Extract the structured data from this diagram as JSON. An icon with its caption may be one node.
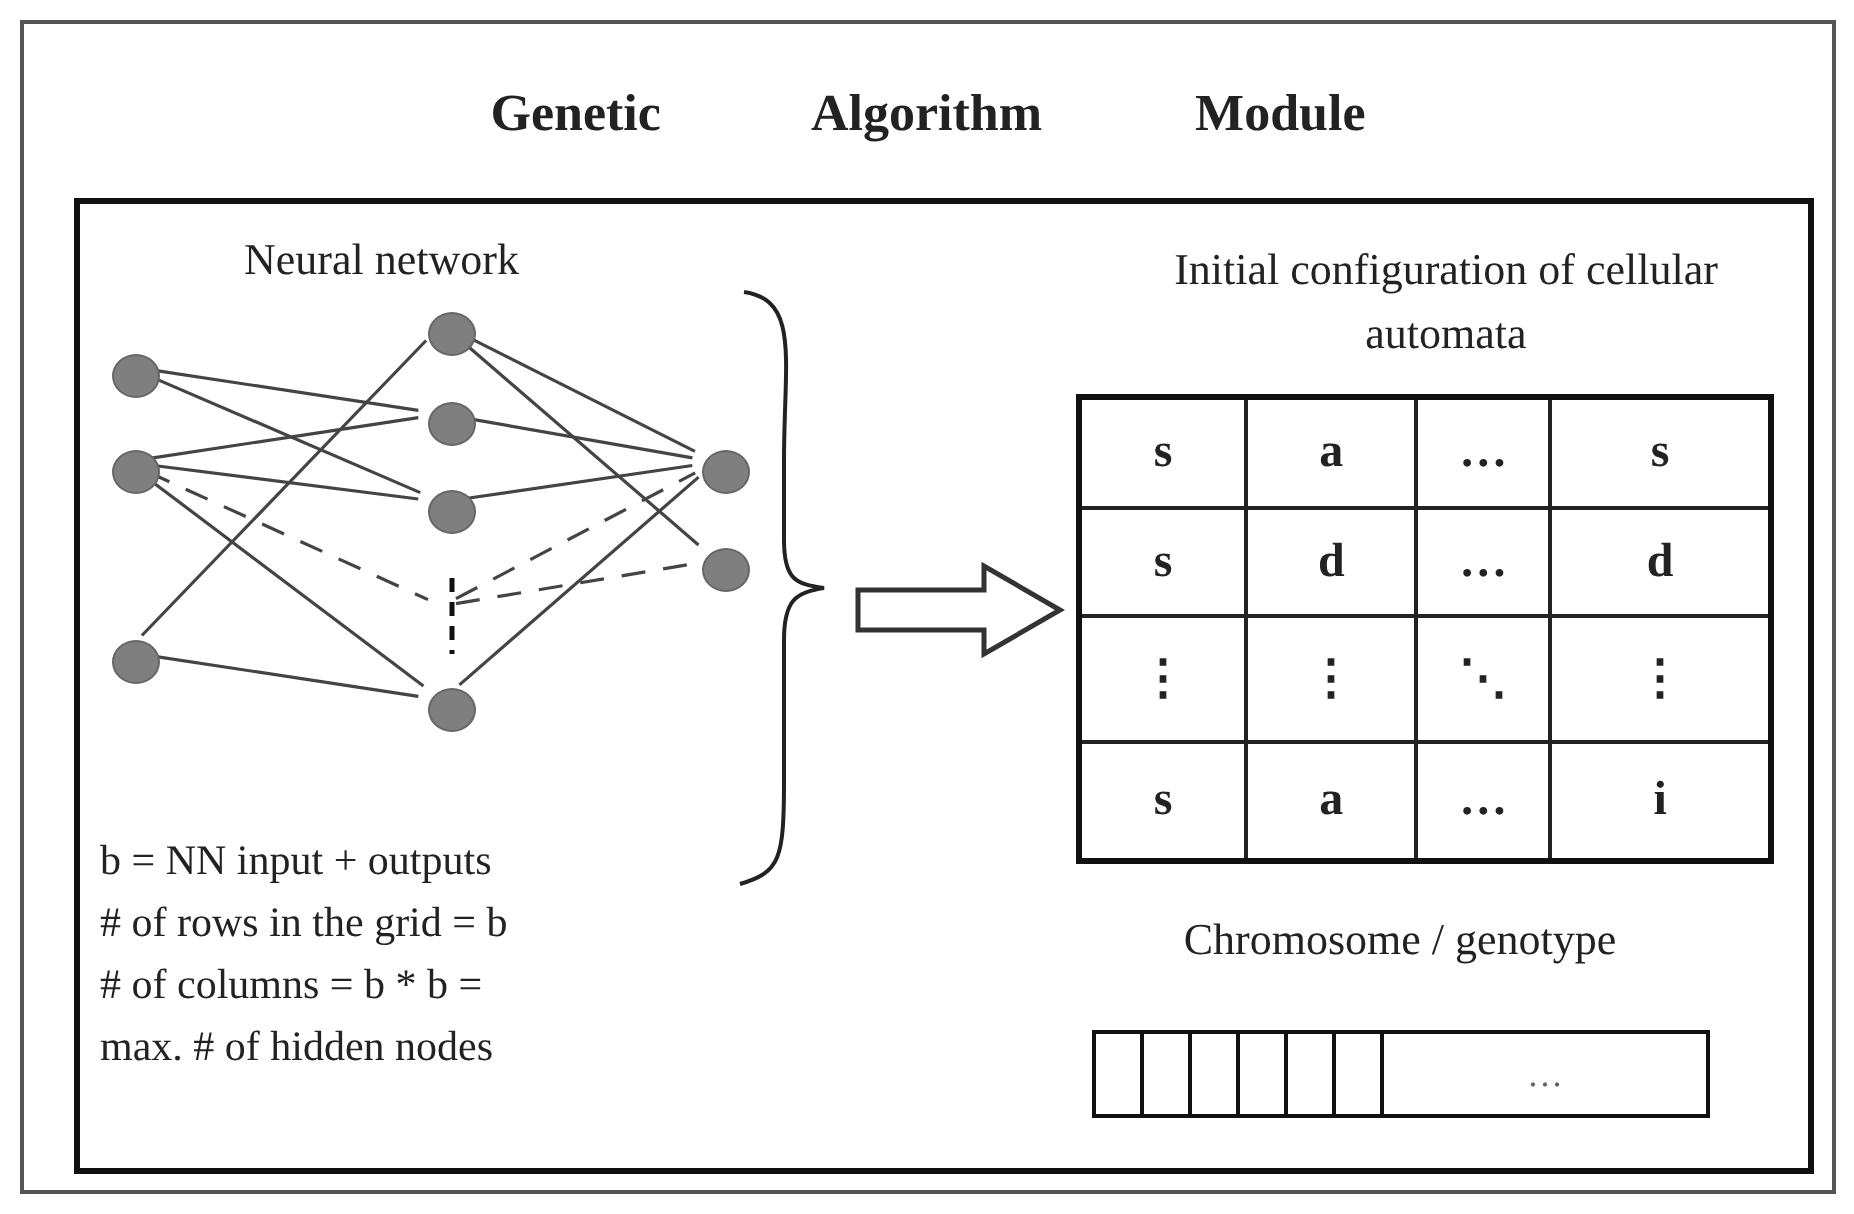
{
  "diagram": {
    "nodes": [
      {
        "text": [
          "Genetic Algorithm Module"
        ]
      },
      {
        "text": [],
        "shape": "box",
        "in": 0
      },
      {
        "text": [
          "Neural network"
        ],
        "in": 1
      },
      {
        "text": [],
        "shape": "circle",
        "in": 2
      },
      {
        "text": [],
        "shape": "circle",
        "in": 2
      },
      {
        "text": [],
        "shape": "circle",
        "in": 2
      },
      {
        "text": [],
        "shape": "circle",
        "in": 2
      },
      {
        "text": [],
        "shape": "circle",
        "in": 2
      },
      {
        "text": [],
        "shape": "circle",
        "in": 2
      },
      {
        "text": [],
        "shape": "dots",
        "in": 2
      },
      {
        "text": [],
        "shape": "circle",
        "in": 2
      },
      {
        "text": [],
        "shape": "circle",
        "in": 2
      },
      {
        "text": [],
        "shape": "circle",
        "in": 2
      },
      {
        "text": [
          "Initial configuration of cellular automata",
          "s",
          "a",
          "…",
          "s",
          "s",
          "d",
          "…",
          "d",
          "⋮",
          "⋮",
          "⋱",
          "⋮",
          "s",
          "a",
          "…",
          "i"
        ],
        "in": 1
      },
      {
        "text": [
          "Chromosome / genotype",
          "…"
        ],
        "in": 1
      }
    ],
    "edges": [
      {
        "from": 3,
        "to": 7,
        "arrow": "none"
      },
      {
        "from": 3,
        "to": 8,
        "arrow": "none"
      },
      {
        "from": 4,
        "to": 7,
        "arrow": "none"
      },
      {
        "from": 4,
        "to": 8,
        "arrow": "none"
      },
      {
        "from": 4,
        "to": 9,
        "arrow": "none",
        "style": "dashed"
      },
      {
        "from": 4,
        "to": 10,
        "arrow": "none"
      },
      {
        "from": 5,
        "to": 6,
        "arrow": "none"
      },
      {
        "from": 5,
        "to": 10,
        "arrow": "none"
      },
      {
        "from": 6,
        "to": 11,
        "arrow": "none"
      },
      {
        "from": 6,
        "to": 12,
        "arrow": "none"
      },
      {
        "from": 7,
        "to": 11,
        "arrow": "none"
      },
      {
        "from": 8,
        "to": 11,
        "arrow": "none"
      },
      {
        "from": 9,
        "to": 11,
        "arrow": "none",
        "style": "dashed"
      },
      {
        "from": 9,
        "to": 12,
        "arrow": "none",
        "style": "dashed"
      },
      {
        "from": 10,
        "to": 11,
        "arrow": "none"
      },
      {
        "from": 2,
        "to": 13,
        "arrow": "to",
        "style": "thick"
      }
    ],
    "labels": [
      "b = NN input + outputs",
      "# of rows in the grid = b",
      "# of columns = b * b =",
      "max. # of hidden nodes"
    ]
  }
}
